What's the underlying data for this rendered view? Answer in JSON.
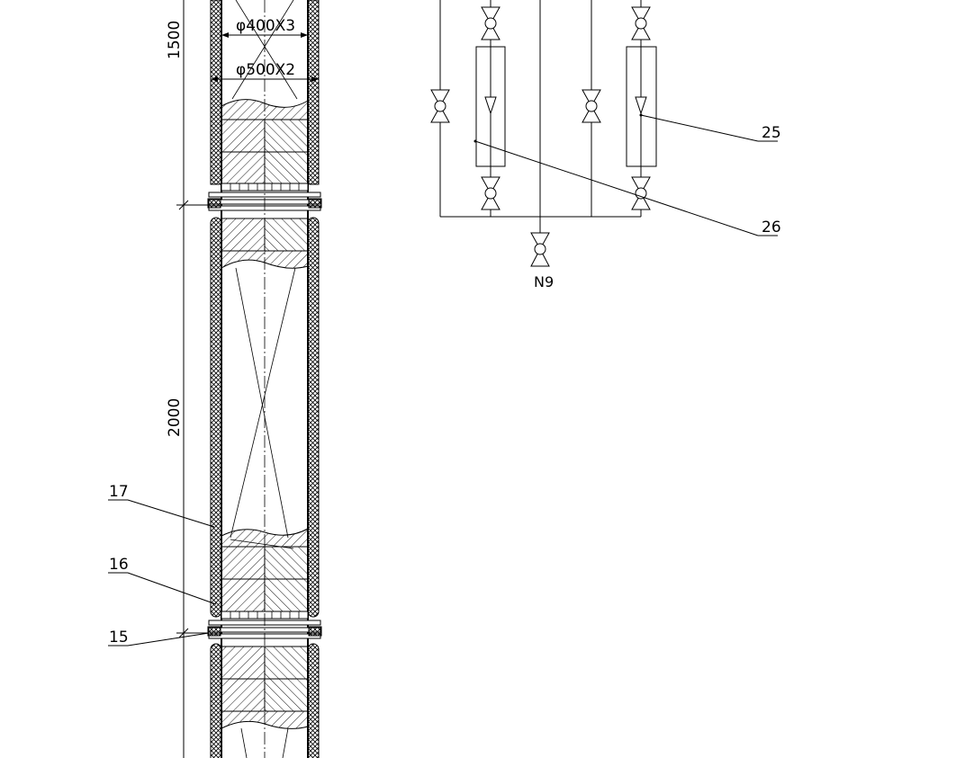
{
  "column": {
    "dimensions": [
      {
        "label": "1500"
      },
      {
        "label": "2000"
      }
    ],
    "diameters": [
      {
        "label": "φ400X3"
      },
      {
        "label": "φ500X2"
      }
    ]
  },
  "callouts": [
    {
      "label": "17"
    },
    {
      "label": "16"
    },
    {
      "label": "15"
    },
    {
      "label": "25"
    },
    {
      "label": "26"
    }
  ],
  "piping": {
    "nozzle_label": "N9"
  },
  "colors": {
    "line": "#000000",
    "background": "#ffffff"
  }
}
